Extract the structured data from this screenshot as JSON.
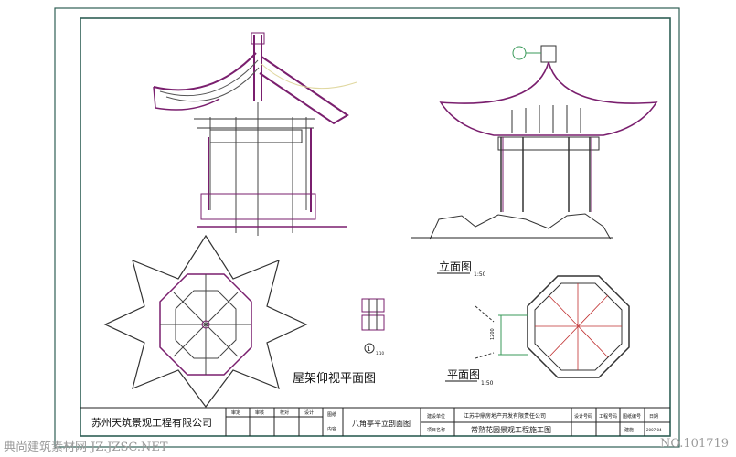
{
  "colors": {
    "frame": "#2f5f55",
    "roof": "#7a1f6e",
    "line": "#222",
    "aux": "#e8e0a0",
    "green": "#3a9a5a",
    "red": "#c03030"
  },
  "drawings": {
    "elevation_label": "立面图",
    "elevation_scale": "1:50",
    "plan_label": "平面图",
    "plan_scale": "1:50",
    "roof_plan_label": "屋架仰视平面图",
    "detail_number": "1",
    "detail_scale": "1:10",
    "dimension": "1200"
  },
  "title_block": {
    "company": "苏州天筑景观工程有限公司",
    "approved": "审定",
    "reviewed": "审核",
    "checked": "校对",
    "designed": "设计",
    "content_label_1": "图纸",
    "content_label_2": "内容",
    "drawing_title": "八角亭平立剖面图",
    "client_label": "建设单位",
    "client": "江苏中鼎房地产开发有限责任公司",
    "project_label": "项目名称",
    "project": "常熟花园景观工程施工图",
    "design_no": "设计号码",
    "project_no": "工程号码",
    "sheet_no": "图纸编号",
    "date_label": "日期",
    "sheet_value": "建施",
    "date_value": "2007.04"
  },
  "watermark": {
    "site": "典尚建筑素材网 JZ.JZSC.NET",
    "id": "NO.101719"
  }
}
